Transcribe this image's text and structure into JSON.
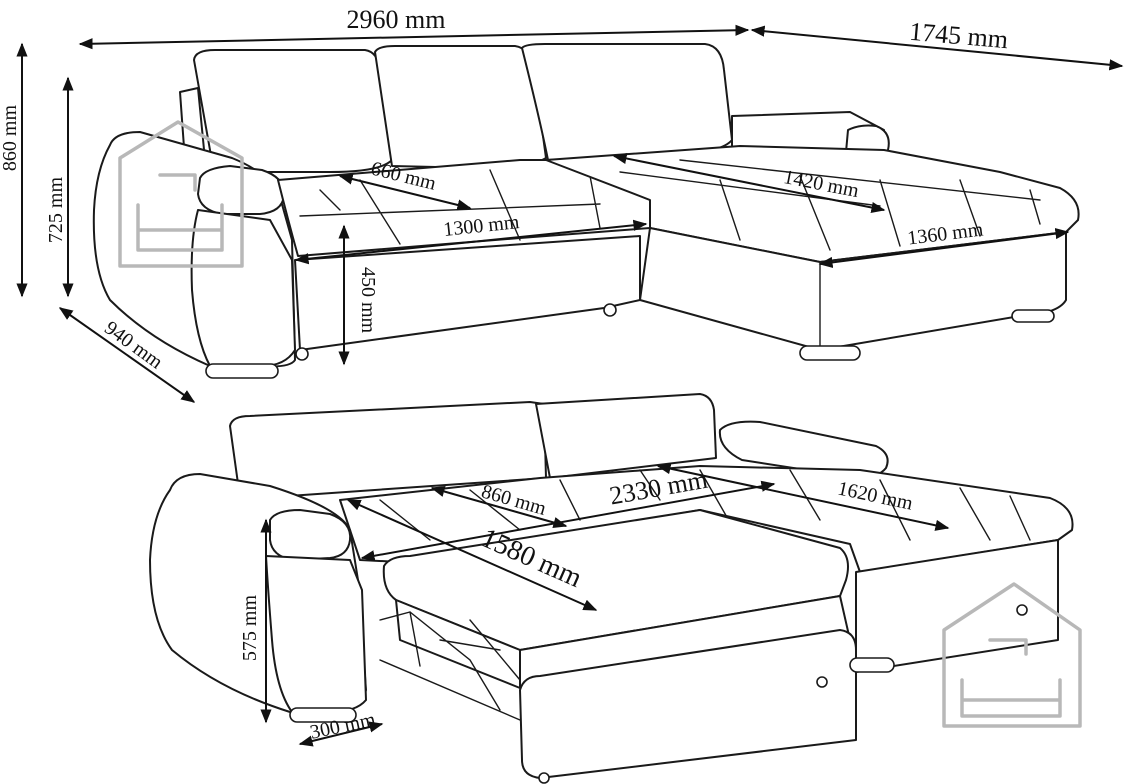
{
  "diagram": {
    "colors": {
      "line": "#1a1a1a",
      "logo": "#b8b8b8",
      "background": "#ffffff"
    },
    "logo_icon": "house-sofa-icon",
    "top_view": {
      "dimensions": {
        "total_width": "2960 mm",
        "chaise_length": "1745 mm",
        "height": "860 mm",
        "backrest_height": "725 mm",
        "depth": "940 mm",
        "seat_depth": "660 mm",
        "chaise_seat_depth": "1420 mm",
        "seat_width": "1300 mm",
        "chaise_seat_width": "1360 mm",
        "seat_height": "450 mm"
      }
    },
    "bottom_view": {
      "dimensions": {
        "bed_depth": "860 mm",
        "bed_width": "2330 mm",
        "chaise_bed_depth": "1620 mm",
        "bed_length": "1580 mm",
        "bed_height": "575 mm",
        "armrest_depth": "300 mm"
      }
    }
  }
}
